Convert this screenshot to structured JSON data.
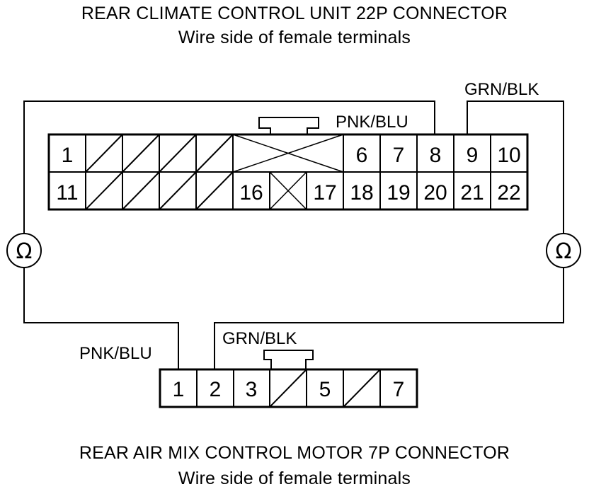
{
  "top_connector": {
    "title": "REAR CLIMATE CONTROL UNIT 22P CONNECTOR",
    "subtitle": "Wire side of female terminals",
    "row1": [
      "1",
      "6",
      "7",
      "8",
      "9",
      "10"
    ],
    "row2": [
      "11",
      "16",
      "17",
      "18",
      "19",
      "20",
      "21",
      "22"
    ]
  },
  "bottom_connector": {
    "title": "REAR AIR MIX CONTROL MOTOR 7P CONNECTOR",
    "subtitle": "Wire side of female terminals",
    "pins": [
      "1",
      "2",
      "3",
      "5",
      "7"
    ]
  },
  "wires": {
    "top_left": "PNK/BLU",
    "top_right": "GRN/BLK",
    "bottom_left": "PNK/BLU",
    "bottom_right": "GRN/BLK"
  },
  "meters": {
    "left_symbol": "Ω",
    "right_symbol": "Ω"
  }
}
